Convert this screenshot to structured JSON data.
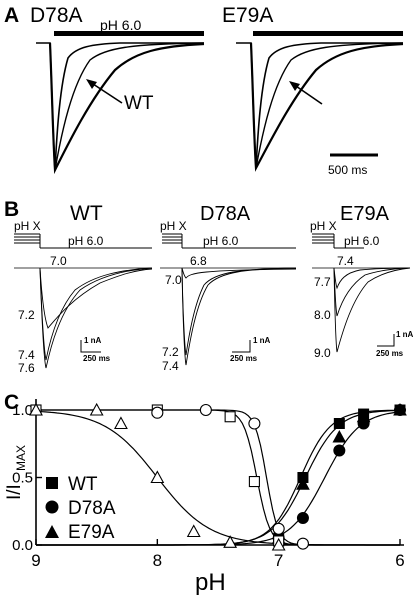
{
  "panels": {
    "a": {
      "label": "A",
      "left": {
        "title": "D78A"
      },
      "right": {
        "title": "E79A"
      },
      "bar_label": "pH 6.0",
      "wt_label": "WT",
      "scalebar_label": "500 ms"
    },
    "b": {
      "label": "B",
      "wt": {
        "title": "WT",
        "protocol_x": "pH X",
        "protocol_6": "pH 6.0",
        "trace_labels": [
          "7.0",
          "7.2",
          "7.4",
          "7.6"
        ],
        "scale_current": "1 nA",
        "scale_time": "250 ms"
      },
      "d78a": {
        "title": "D78A",
        "protocol_x": "pH X",
        "protocol_6": "pH 6.0",
        "trace_labels": [
          "6.8",
          "7.0",
          "7.2",
          "7.4"
        ],
        "scale_current": "1 nA",
        "scale_time": "250 ms"
      },
      "e79a": {
        "title": "E79A",
        "protocol_x": "pH X",
        "protocol_6": "pH 6.0",
        "trace_labels": [
          "7.4",
          "7.7",
          "8.0",
          "9.0"
        ],
        "scale_current": "1 nA",
        "scale_time": "250 ms"
      }
    },
    "c": {
      "label": "C"
    }
  },
  "chart_data": {
    "type": "scatter",
    "xlabel": "pH",
    "ylabel_main": "I/I",
    "ylabel_sub": "MAX",
    "xlim": [
      9.0,
      6.0
    ],
    "ylim": [
      0.0,
      1.0
    ],
    "x_reversed": true,
    "x_ticks": [
      "9",
      "8",
      "7",
      "6"
    ],
    "y_ticks": [
      "0.0",
      "0.5",
      "1.0"
    ],
    "legend_position": "left",
    "series": [
      {
        "name": "WT",
        "group": "activation",
        "marker": "square-filled",
        "x": [
          7.0,
          6.8,
          6.5,
          6.3,
          6.0
        ],
        "y": [
          0.05,
          0.5,
          0.9,
          0.97,
          1.0
        ],
        "fit_pH50": 6.82,
        "fit_n": 3.5
      },
      {
        "name": "D78A",
        "group": "activation",
        "marker": "circle-filled",
        "x": [
          7.0,
          6.8,
          6.5,
          6.3,
          6.0
        ],
        "y": [
          0.05,
          0.2,
          0.7,
          0.9,
          1.0
        ],
        "fit_pH50": 6.62,
        "fit_n": 3.0
      },
      {
        "name": "E79A",
        "group": "activation",
        "marker": "triangle-filled",
        "x": [
          7.0,
          6.8,
          6.5,
          6.3,
          6.0
        ],
        "y": [
          0.05,
          0.45,
          0.8,
          0.95,
          1.0
        ],
        "fit_pH50": 6.78,
        "fit_n": 3.2
      },
      {
        "name": "",
        "group": "desensitization",
        "marker": "square-open",
        "x": [
          9.0,
          8.0,
          7.4,
          7.2,
          7.0
        ],
        "y": [
          1.0,
          1.0,
          0.95,
          0.47,
          0.03
        ],
        "fit_pH50": 7.18,
        "fit_n": 8.0
      },
      {
        "name": "",
        "group": "desensitization",
        "marker": "circle-open",
        "x": [
          8.0,
          7.6,
          7.2,
          7.0,
          6.8
        ],
        "y": [
          0.98,
          1.0,
          0.9,
          0.12,
          0.01
        ],
        "fit_pH50": 7.1,
        "fit_n": 9.0
      },
      {
        "name": "",
        "group": "desensitization",
        "marker": "triangle-open",
        "x": [
          9.0,
          8.5,
          8.3,
          8.0,
          7.7,
          7.4,
          7.0
        ],
        "y": [
          1.0,
          1.0,
          0.9,
          0.5,
          0.1,
          0.02,
          0.0
        ],
        "fit_pH50": 8.0,
        "fit_n": 2.0
      }
    ]
  }
}
